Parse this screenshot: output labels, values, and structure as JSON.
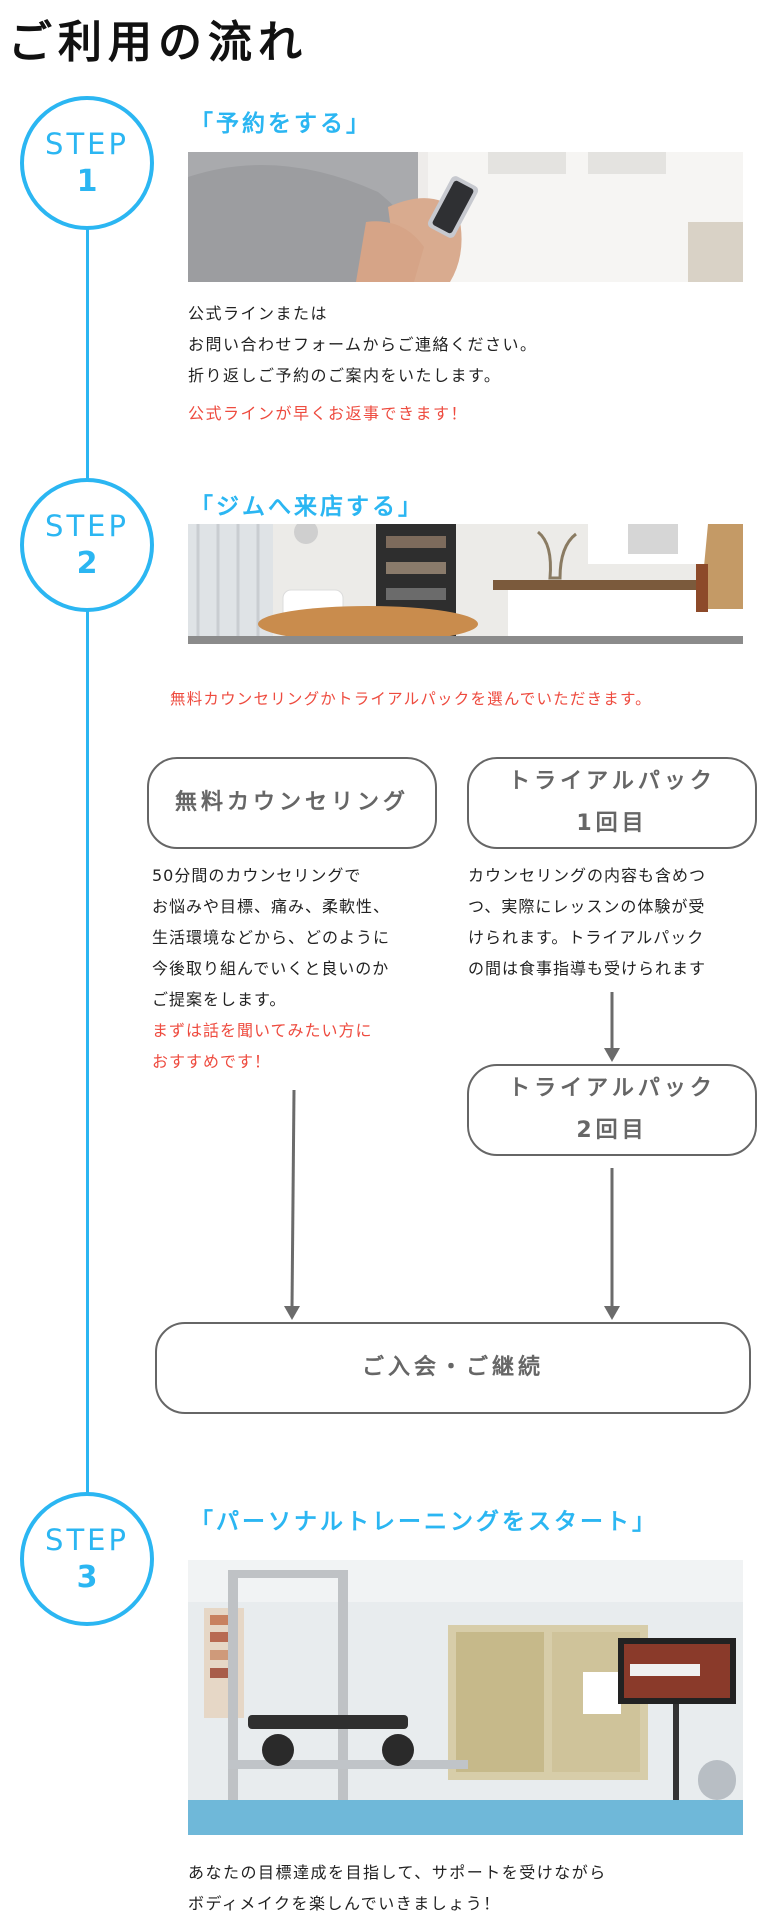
{
  "page": {
    "title": "ご利用の流れ",
    "accent_color": "#2bb6f2",
    "highlight_color": "#ee4b3f",
    "box_color": "#666666"
  },
  "steps": [
    {
      "label": "STEP",
      "number": "1",
      "heading": "「予約をする」",
      "lines": [
        "公式ラインまたは",
        "お問い合わせフォームからご連絡ください。",
        "折り返しご予約のご案内をいたします。"
      ],
      "note": "公式ラインが早くお返事できます！"
    },
    {
      "label": "STEP",
      "number": "2",
      "heading": "「ジムへ来店する」",
      "intro": "無料カウンセリングかトライアルパックを選んでいただきます。"
    },
    {
      "label": "STEP",
      "number": "3",
      "heading": "「パーソナルトレーニングをスタート」",
      "lines": [
        "あなたの目標達成を目指して、サポートを受けながら",
        "ボディメイクを楽しんでいきましょう！"
      ]
    }
  ],
  "flow": {
    "counseling": {
      "title": "無料カウンセリング",
      "lines": [
        "50分間のカウンセリングで",
        "お悩みや目標、痛み、柔軟性、",
        "生活環境などから、どのように",
        "今後取り組んでいくと良いのか",
        "ご提案をします。"
      ],
      "note_lines": [
        "まずは話を聞いてみたい方に",
        "おすすめです！"
      ]
    },
    "trial1": {
      "title_lines": [
        "トライアルパック",
        "1回目"
      ],
      "lines": [
        "カウンセリングの内容も含めつ",
        "つ、実際にレッスンの体験が受",
        "けられます。トライアルパック",
        "の間は食事指導も受けられます"
      ]
    },
    "trial2": {
      "title_lines": [
        "トライアルパック",
        "2回目"
      ]
    },
    "join": {
      "title": "ご入会・ご継続"
    }
  }
}
